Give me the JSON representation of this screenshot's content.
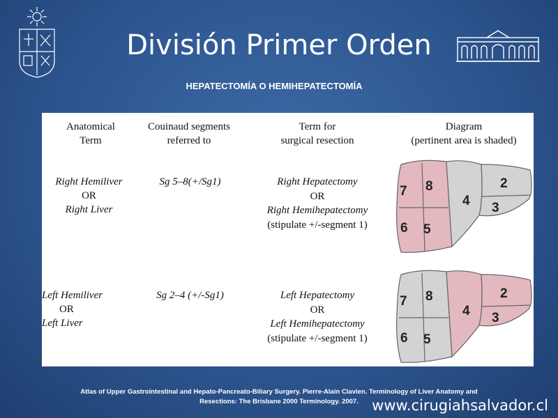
{
  "slide": {
    "title": "División Primer Orden",
    "subtitle": "HEPATECTOMÍA O HEMIHEPATECTOMÍA"
  },
  "table": {
    "headers": [
      {
        "line1": "Anatomical",
        "line2": "Term"
      },
      {
        "line1": "Couinaud segments",
        "line2": "referred to"
      },
      {
        "line1": "Term for",
        "line2": "surgical resection"
      },
      {
        "line1": "Diagram",
        "line2": "(pertinent area is shaded)"
      }
    ],
    "rows": [
      {
        "anatomical": [
          "Right Hemiliver",
          "OR",
          "Right Liver"
        ],
        "segments": "Sg 5–8(+/Sg1)",
        "resection": [
          "Right Hepatectomy",
          "OR",
          "Right Hemihepatectomy",
          "(stipulate +/-segment 1)"
        ],
        "diagram_labels": [
          "7",
          "8",
          "4",
          "2",
          "3",
          "6",
          "5"
        ]
      },
      {
        "anatomical": [
          "Left Hemiliver",
          "OR",
          "Left Liver"
        ],
        "segments": "Sg 2–4 (+/-Sg1)",
        "resection": [
          "Left Hepatectomy",
          "OR",
          "Left Hemihepatectomy",
          "(stipulate +/-segment 1)"
        ],
        "diagram_labels": [
          "7",
          "8",
          "4",
          "2",
          "3",
          "6",
          "5"
        ]
      }
    ]
  },
  "colors": {
    "shaded": "#e3b8bf",
    "unshaded": "#d3d3d5",
    "background": "#2d5690"
  },
  "footer": {
    "line1": "Atlas of Upper Gastrointestinal and Hepato-Pancreato-Biliary Surgery. Pierre-Alain Clavien. Terminology of Liver Anatomy and",
    "line2": "Resections: The Brisbane 2000 Terminology. 2007."
  },
  "website": "www.cirugiahsalvador.cl"
}
